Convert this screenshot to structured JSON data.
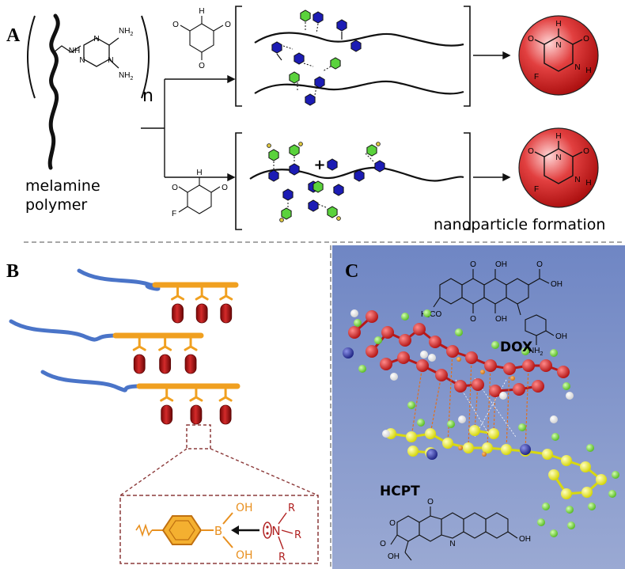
{
  "panels": {
    "a": {
      "label": "A",
      "repeat_subscript": "n",
      "monomer_caption_line1": "melamine",
      "monomer_caption_line2": "polymer",
      "result_caption": "nanoparticle formation",
      "atoms": {
        "nh": "NH",
        "nh2": "NH",
        "sub2": "2",
        "n": "N",
        "h": "H",
        "o": "O",
        "f": "F"
      }
    },
    "b": {
      "label": "B",
      "atoms": {
        "b": "B",
        "oh": "OH",
        "r": "R",
        "n": "N"
      }
    },
    "c": {
      "label": "C",
      "dox_label": "DOX",
      "hcpt_label": "HCPT",
      "atoms": {
        "oh": "OH",
        "o": "O",
        "och3": "H₃CO",
        "nh2": "NH",
        "n": "N"
      }
    }
  },
  "colors": {
    "hexagon_blue": "#1c1cb4",
    "hexagon_green": "#5ad23c",
    "nanoparticle_red": "#d01818",
    "peg_blue": "#4a74c8",
    "backbone_orange": "#f0a020",
    "drug_red": "#a81010",
    "zoom_box": "#8c3a3a",
    "panel_c_bg": "#7f93c9",
    "dox_atom": "#c42020",
    "hcpt_atom": "#e8e820",
    "halogen_atom": "#8ad83c",
    "nitrogen_atom": "#222a90"
  }
}
